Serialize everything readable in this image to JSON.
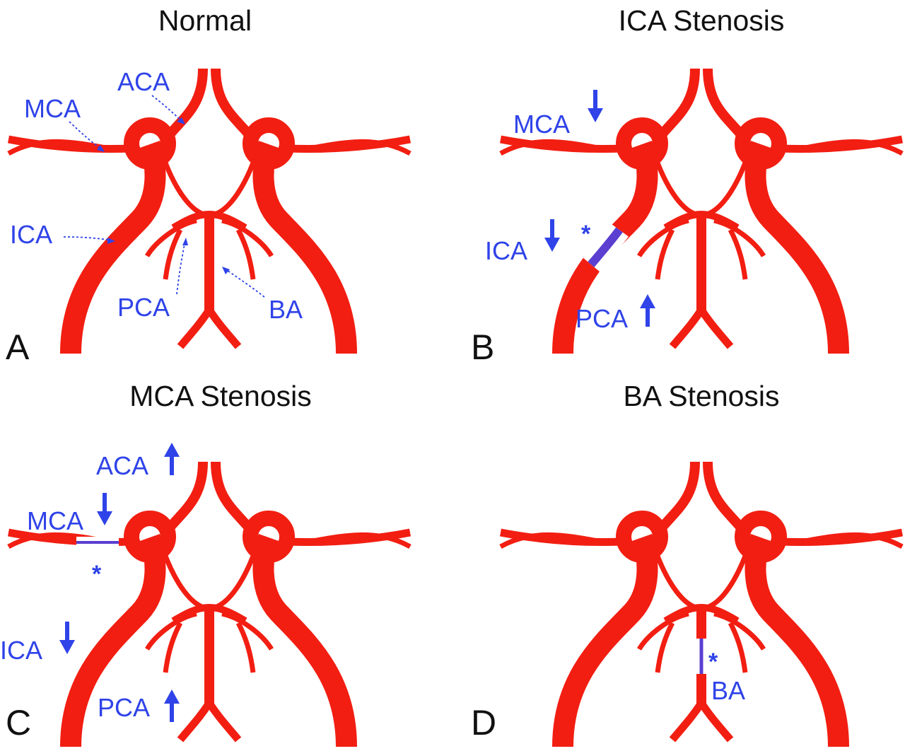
{
  "colors": {
    "vessel": "#f21e12",
    "annotation": "#2f43e8",
    "text": "#111111"
  },
  "panels": [
    {
      "letter": "A",
      "title": "Normal",
      "labels": {
        "aca": "ACA",
        "mca": "MCA",
        "ica": "ICA",
        "pca": "PCA",
        "ba": "BA"
      }
    },
    {
      "letter": "B",
      "title": "ICA Stenosis",
      "labels": {
        "mca": "MCA",
        "ica": "ICA",
        "pca": "PCA"
      },
      "stenosis_site": "ICA",
      "stenosis_marker": "*",
      "flow": {
        "mca": "decreased",
        "ica": "decreased",
        "pca": "increased"
      }
    },
    {
      "letter": "C",
      "title": "MCA Stenosis",
      "labels": {
        "aca": "ACA",
        "mca": "MCA",
        "ica": "ICA",
        "pca": "PCA"
      },
      "stenosis_site": "MCA",
      "stenosis_marker": "*",
      "flow": {
        "aca": "increased",
        "mca": "decreased",
        "ica": "decreased",
        "pca": "increased"
      }
    },
    {
      "letter": "D",
      "title": "BA Stenosis",
      "labels": {
        "ba": "BA"
      },
      "stenosis_site": "BA",
      "stenosis_marker": "*"
    }
  ]
}
